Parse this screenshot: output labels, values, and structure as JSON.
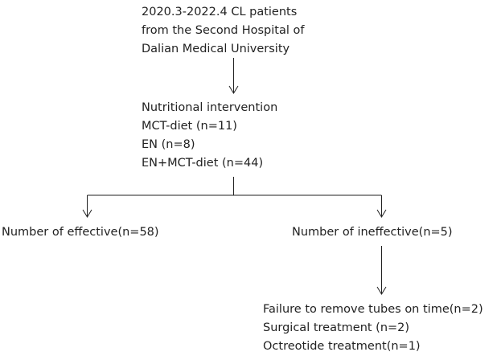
{
  "source_block": {
    "lines": [
      "2020.3-2022.4  CL patients",
      "from the Second Hospital of",
      "Dalian Medical University"
    ]
  },
  "intervention_block": {
    "lines": [
      "Nutritional intervention",
      "MCT-diet (n=11)",
      "EN (n=8)",
      "EN+MCT-diet (n=44)"
    ]
  },
  "effective_label": "Number of effective(n=58)",
  "ineffective_label": "Number of ineffective(n=5)",
  "ineffective_details": {
    "lines": [
      "Failure to remove tubes on time(n=2)",
      "Surgical treatment (n=2)",
      "Octreotide treatment(n=1)"
    ]
  }
}
